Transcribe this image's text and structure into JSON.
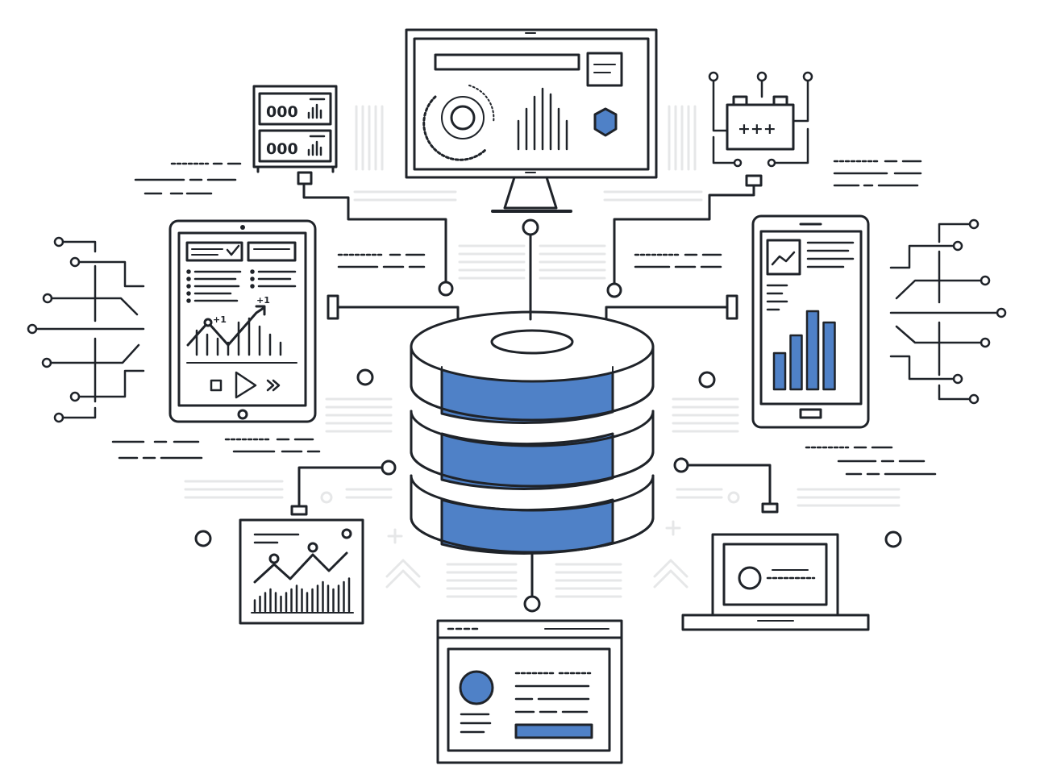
{
  "colors": {
    "line": "#1f2329",
    "accent": "#4f81c7",
    "light": "#e6e7e8",
    "background": "#ffffff"
  },
  "labels": {
    "tablet_plus_small": "+1",
    "tablet_plus_large": "+1",
    "battery_signs": "+++",
    "server_readout_top": "000",
    "server_readout_bottom": "000"
  },
  "nodes": [
    {
      "name": "database",
      "icon": "database-icon"
    },
    {
      "name": "desktop-monitor",
      "icon": "monitor-icon"
    },
    {
      "name": "server-rack",
      "icon": "server-icon"
    },
    {
      "name": "battery",
      "icon": "battery-icon"
    },
    {
      "name": "tablet",
      "icon": "tablet-icon"
    },
    {
      "name": "smartphone",
      "icon": "smartphone-icon"
    },
    {
      "name": "line-chart-panel",
      "icon": "chart-icon"
    },
    {
      "name": "laptop",
      "icon": "laptop-icon"
    },
    {
      "name": "browser-window",
      "icon": "browser-icon"
    }
  ],
  "tablet_chart": {
    "values": [
      6,
      5,
      4,
      3,
      8,
      9,
      7,
      5,
      3
    ]
  },
  "phone_chart": {
    "values": [
      45,
      67,
      97,
      83
    ]
  },
  "monitor_chart": {
    "values": [
      35,
      50,
      65,
      75,
      68,
      50,
      35
    ]
  },
  "panel_chart": {
    "values": [
      3,
      4,
      5,
      6,
      5,
      4,
      5,
      6,
      7,
      6,
      5,
      6,
      7,
      8,
      7,
      6,
      7,
      8,
      9
    ]
  }
}
